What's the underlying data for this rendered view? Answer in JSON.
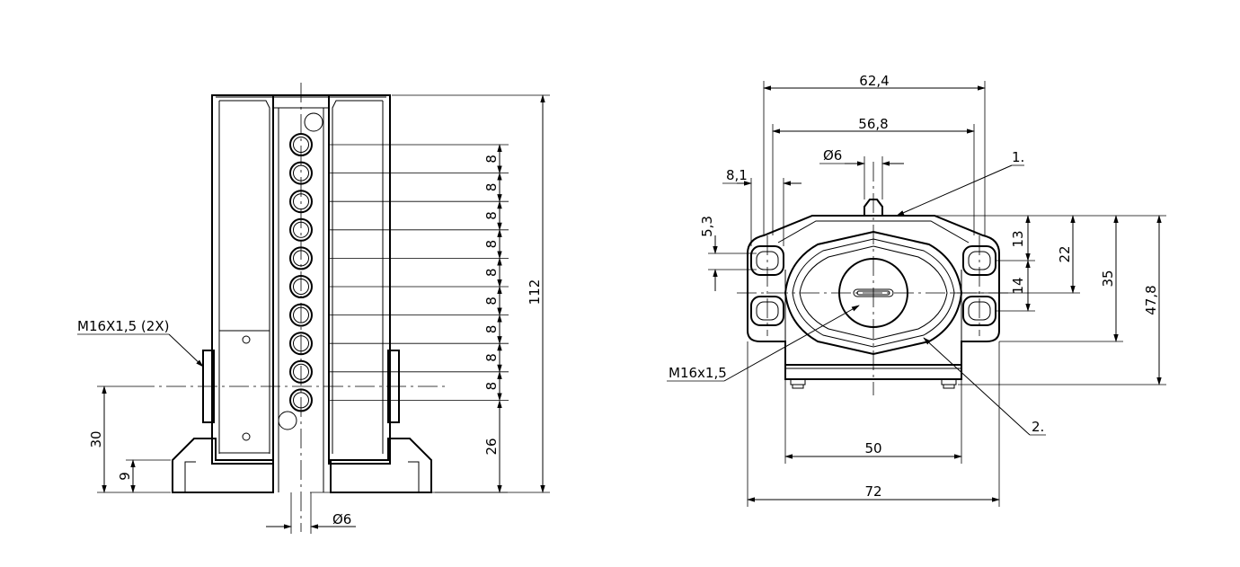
{
  "side_view": {
    "pitch_labels": [
      "8",
      "8",
      "8",
      "8",
      "8",
      "8",
      "8",
      "8",
      "8"
    ],
    "overall_height": "112",
    "base_to_first_led": "26",
    "thread_callout": "M16X1,5 (2X)",
    "thread_axis_height": "30",
    "base_thickness": "9",
    "led_diameter": "Ø6"
  },
  "front_view": {
    "width_outer": "62,4",
    "width_inner": "56,8",
    "led_diameter": "Ø6",
    "slot_offset": "8,1",
    "slot_height": "5,3",
    "h_13": "13",
    "h_14": "14",
    "h_22": "22",
    "h_35": "35",
    "h_478": "47,8",
    "thread_callout": "M16x1,5",
    "bottom_width_50": "50",
    "bottom_width_72": "72",
    "callout_1": "1.",
    "callout_2": "2."
  }
}
